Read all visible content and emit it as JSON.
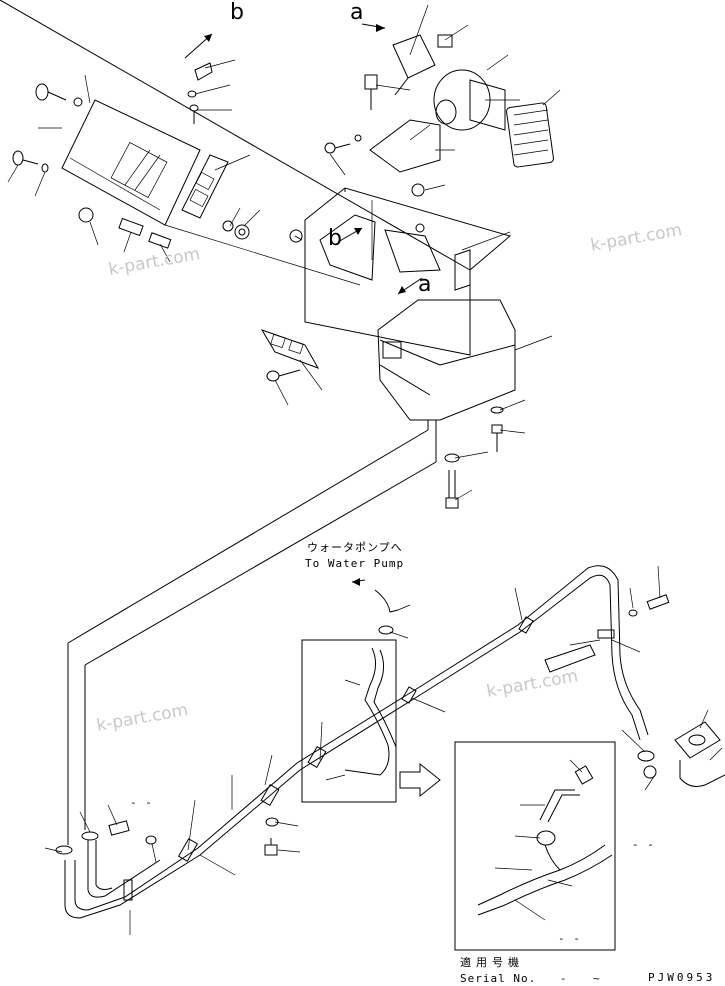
{
  "view_labels": {
    "b": "b",
    "a": "a"
  },
  "callouts": {
    "b": "b",
    "a": "a"
  },
  "water_pump": {
    "jp": "ウォータポンプへ",
    "en": "To Water Pump"
  },
  "serial": {
    "jp": "適用号機",
    "en": "Serial No.",
    "dash": "-",
    "tilde": "~"
  },
  "inset_dashes": "- -",
  "mid_dashes": "- -",
  "right_dashes": "- -",
  "drawing_code": "PJW0953",
  "watermarks": [
    "k-part.com",
    "k-part.com",
    "k-part.com",
    "k-part.com"
  ]
}
